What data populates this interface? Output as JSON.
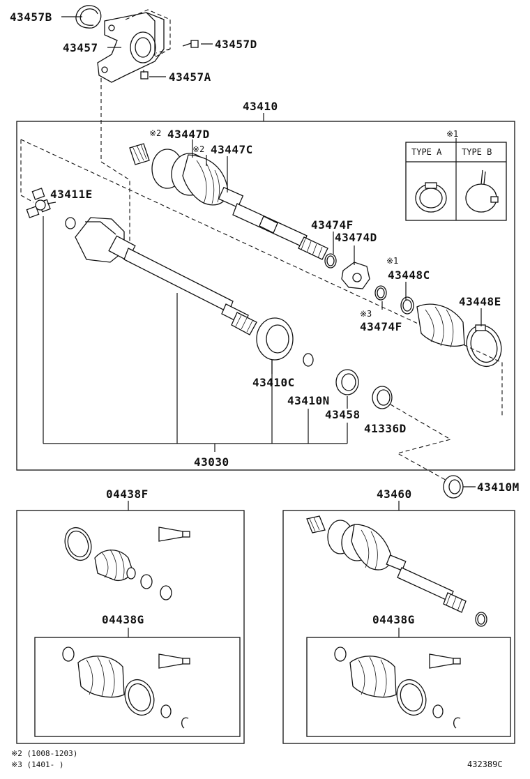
{
  "parts": {
    "p43457B": "43457B",
    "p43457": "43457",
    "p43457D": "43457D",
    "p43457A": "43457A",
    "p43410": "43410",
    "p43447D": "43447D",
    "p43447C": "43447C",
    "p43411E": "43411E",
    "p43474F_a": "43474F",
    "p43474D": "43474D",
    "p43448C": "43448C",
    "p43448E": "43448E",
    "p43474F_b": "43474F",
    "p43410C": "43410C",
    "p43410N": "43410N",
    "p43458": "43458",
    "p41336D": "41336D",
    "p43030": "43030",
    "p43410M": "43410M",
    "p04438F": "04438F",
    "p04438G_left": "04438G",
    "p43460": "43460",
    "p04438G_right": "04438G"
  },
  "marks": {
    "m2_a": "※2",
    "m2_b": "※2",
    "m1_box": "※1",
    "m1_c": "※1",
    "m3": "※3"
  },
  "type_box": {
    "type_a": "TYPE A",
    "type_b": "TYPE B"
  },
  "footnotes": {
    "note2": "※2 (1008-1203)",
    "note3": "※3 (1401-    )"
  },
  "figure_id": "432389C"
}
